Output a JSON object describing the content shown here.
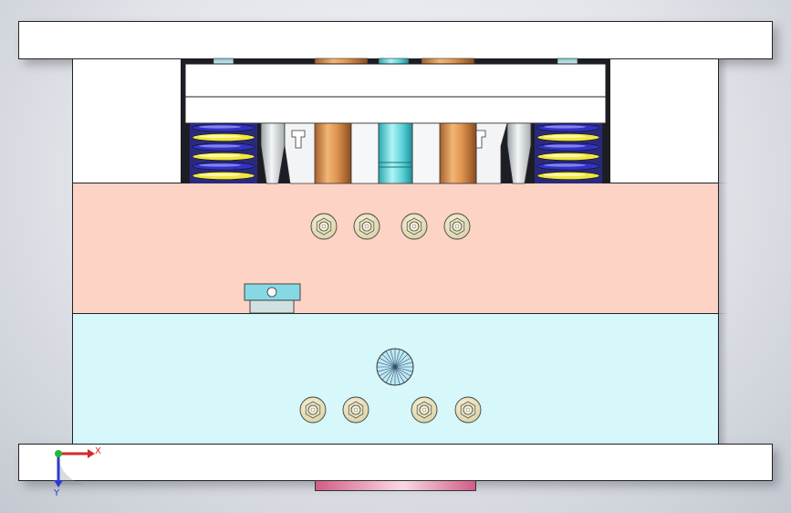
{
  "view": {
    "triad": {
      "x_label": "X",
      "y_label": "Y"
    }
  },
  "colors": {
    "clamp_plate": "#ffffff",
    "cavity_plate": "#fdd3c6",
    "core_plate": "#d7f8fb",
    "spring_blue": "#3232c8",
    "spring_yellow": "#f0e640",
    "pin_copper": "#d38a45",
    "sprue_cyan": "#58d6dc",
    "outline": "#222222"
  },
  "components": {
    "springs_visible": 2,
    "return_pins_visible": 2,
    "cavity_plate_bolts": 4,
    "core_plate_bolts": 4
  }
}
